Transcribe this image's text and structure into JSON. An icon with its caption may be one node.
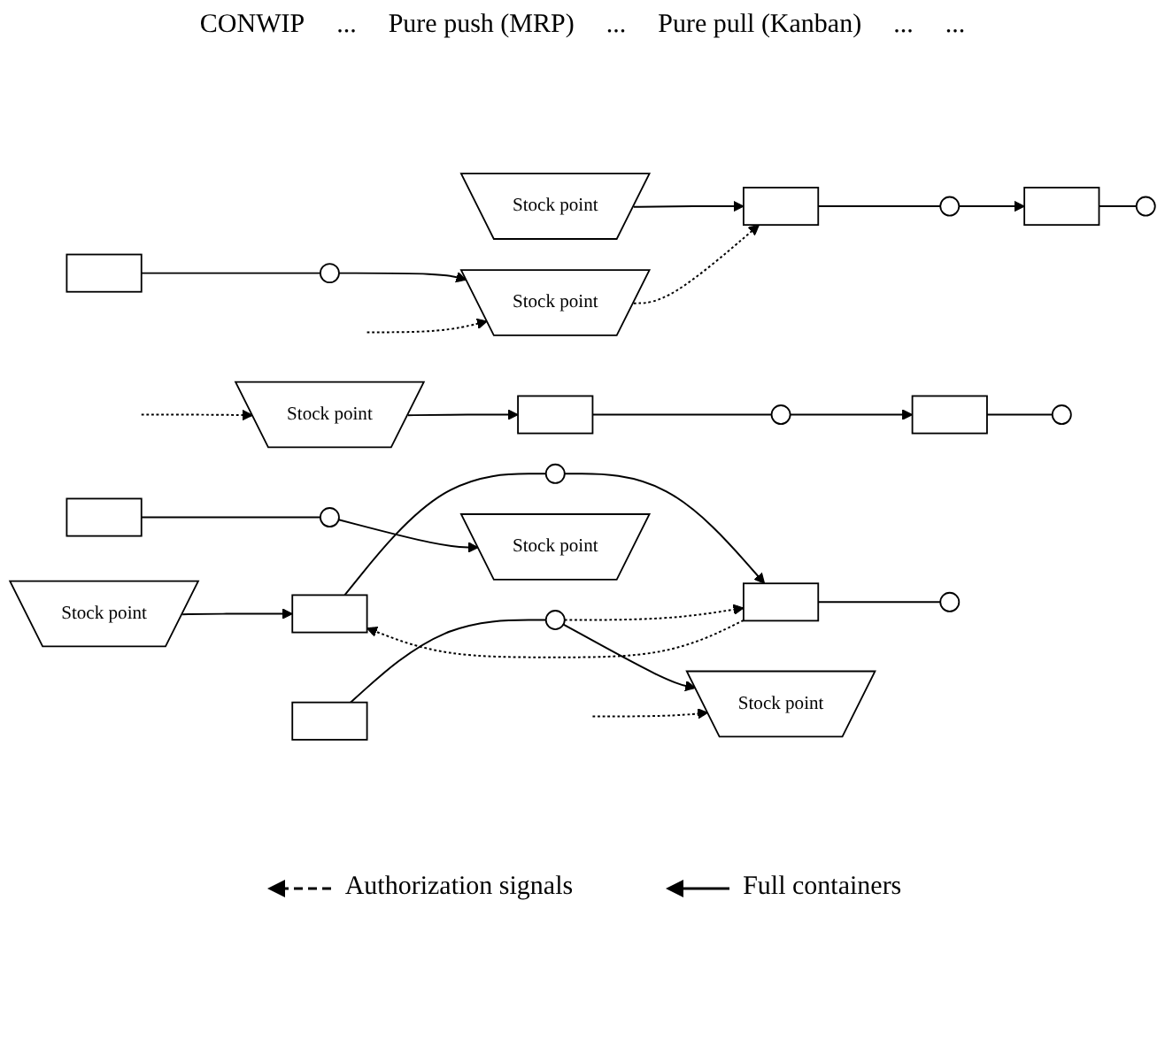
{
  "diagram": {
    "nodes": [
      {
        "text": [
          "Stock point"
        ]
      },
      {
        "text": [],
        "shape": "bracket"
      },
      {
        "text": [],
        "shape": "circle"
      },
      {
        "text": [],
        "shape": "bracket"
      },
      {
        "text": [],
        "shape": "circle"
      },
      {
        "text": [],
        "shape": "bracket"
      },
      {
        "text": [],
        "shape": "circle"
      },
      {
        "text": [
          "Stock point"
        ]
      },
      {
        "text": [
          "Stock point"
        ]
      },
      {
        "text": [],
        "shape": "bracket"
      },
      {
        "text": [],
        "shape": "circle"
      },
      {
        "text": [],
        "shape": "bracket"
      },
      {
        "text": [],
        "shape": "circle"
      },
      {
        "text": [],
        "shape": "bracket"
      },
      {
        "text": [],
        "shape": "circle"
      },
      {
        "text": [
          "Stock point"
        ]
      },
      {
        "text": [
          "Stock point"
        ]
      },
      {
        "text": [],
        "shape": "bracket"
      },
      {
        "text": [],
        "shape": "circle"
      },
      {
        "text": [],
        "shape": "bracket"
      },
      {
        "text": [],
        "shape": "circle"
      },
      {
        "text": [],
        "shape": "bracket"
      },
      {
        "text": [],
        "shape": "circle"
      },
      {
        "text": [
          "Stock point"
        ]
      }
    ],
    "edges": [
      {
        "from": 0,
        "to": 1,
        "arrow": "to"
      },
      {
        "from": 1,
        "to": 2,
        "arrow": "none"
      },
      {
        "from": 2,
        "to": 3,
        "arrow": "to"
      },
      {
        "from": 3,
        "to": 4,
        "arrow": "none"
      },
      {
        "from": 5,
        "to": 6,
        "arrow": "none"
      },
      {
        "from": 6,
        "to": 7,
        "arrow": "to"
      },
      {
        "from": 7,
        "to": 1,
        "arrow": "to",
        "style": "dashed"
      },
      {
        "from": null,
        "to": 7,
        "arrow": "to",
        "style": "dashed"
      },
      {
        "from": null,
        "to": 8,
        "arrow": "to",
        "style": "dashed"
      },
      {
        "from": 8,
        "to": 9,
        "arrow": "to"
      },
      {
        "from": 9,
        "to": 10,
        "arrow": "none"
      },
      {
        "from": 10,
        "to": 11,
        "arrow": "to"
      },
      {
        "from": 11,
        "to": 12,
        "arrow": "none"
      },
      {
        "from": 13,
        "to": 14,
        "arrow": "none"
      },
      {
        "from": 14,
        "to": 15,
        "arrow": "to"
      },
      {
        "from": 16,
        "to": 17,
        "arrow": "to"
      },
      {
        "from": 17,
        "to": 18,
        "arrow": "none"
      },
      {
        "from": 18,
        "to": 19,
        "arrow": "to"
      },
      {
        "from": 19,
        "to": 20,
        "arrow": "none"
      },
      {
        "from": 21,
        "to": 22,
        "arrow": "none"
      },
      {
        "from": 22,
        "to": 23,
        "arrow": "to"
      },
      {
        "from": 19,
        "to": 17,
        "arrow": "to",
        "style": "dashed"
      },
      {
        "from": 22,
        "to": 19,
        "arrow": "to",
        "style": "dashed"
      },
      {
        "from": null,
        "to": 23,
        "arrow": "to",
        "style": "dashed"
      }
    ],
    "labels": [
      "CONWIP",
      "...",
      "Pure push (MRP)",
      "...",
      "Pure pull (Kanban)",
      "...",
      "..."
    ],
    "legend": [
      {
        "text": "Authorization signals"
      },
      {
        "text": "Full containers"
      }
    ]
  }
}
